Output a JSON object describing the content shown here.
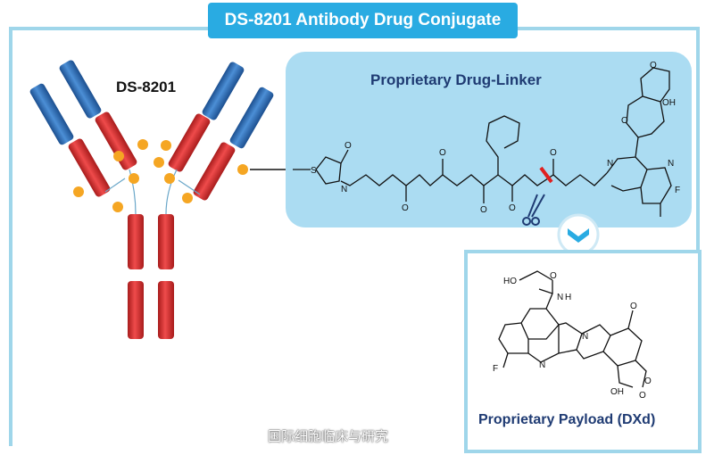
{
  "title": "DS-8201 Antibody Drug Conjugate",
  "antibody_label": "DS-8201",
  "linker_panel": {
    "title": "Proprietary Drug-Linker"
  },
  "payload_panel": {
    "title": "Proprietary Payload (DXd)"
  },
  "watermark": "国际细胞临床与研究",
  "atoms": {
    "S": "S",
    "O": "O",
    "N": "N",
    "H": "H",
    "OH": "OH",
    "F": "F",
    "HO": "HO"
  },
  "colors": {
    "accent": "#29abe2",
    "heavy_chain": "#d32f2f",
    "light_chain": "#2e6db5",
    "payload_dot": "#f5a623",
    "panel": "#abdcf2"
  }
}
